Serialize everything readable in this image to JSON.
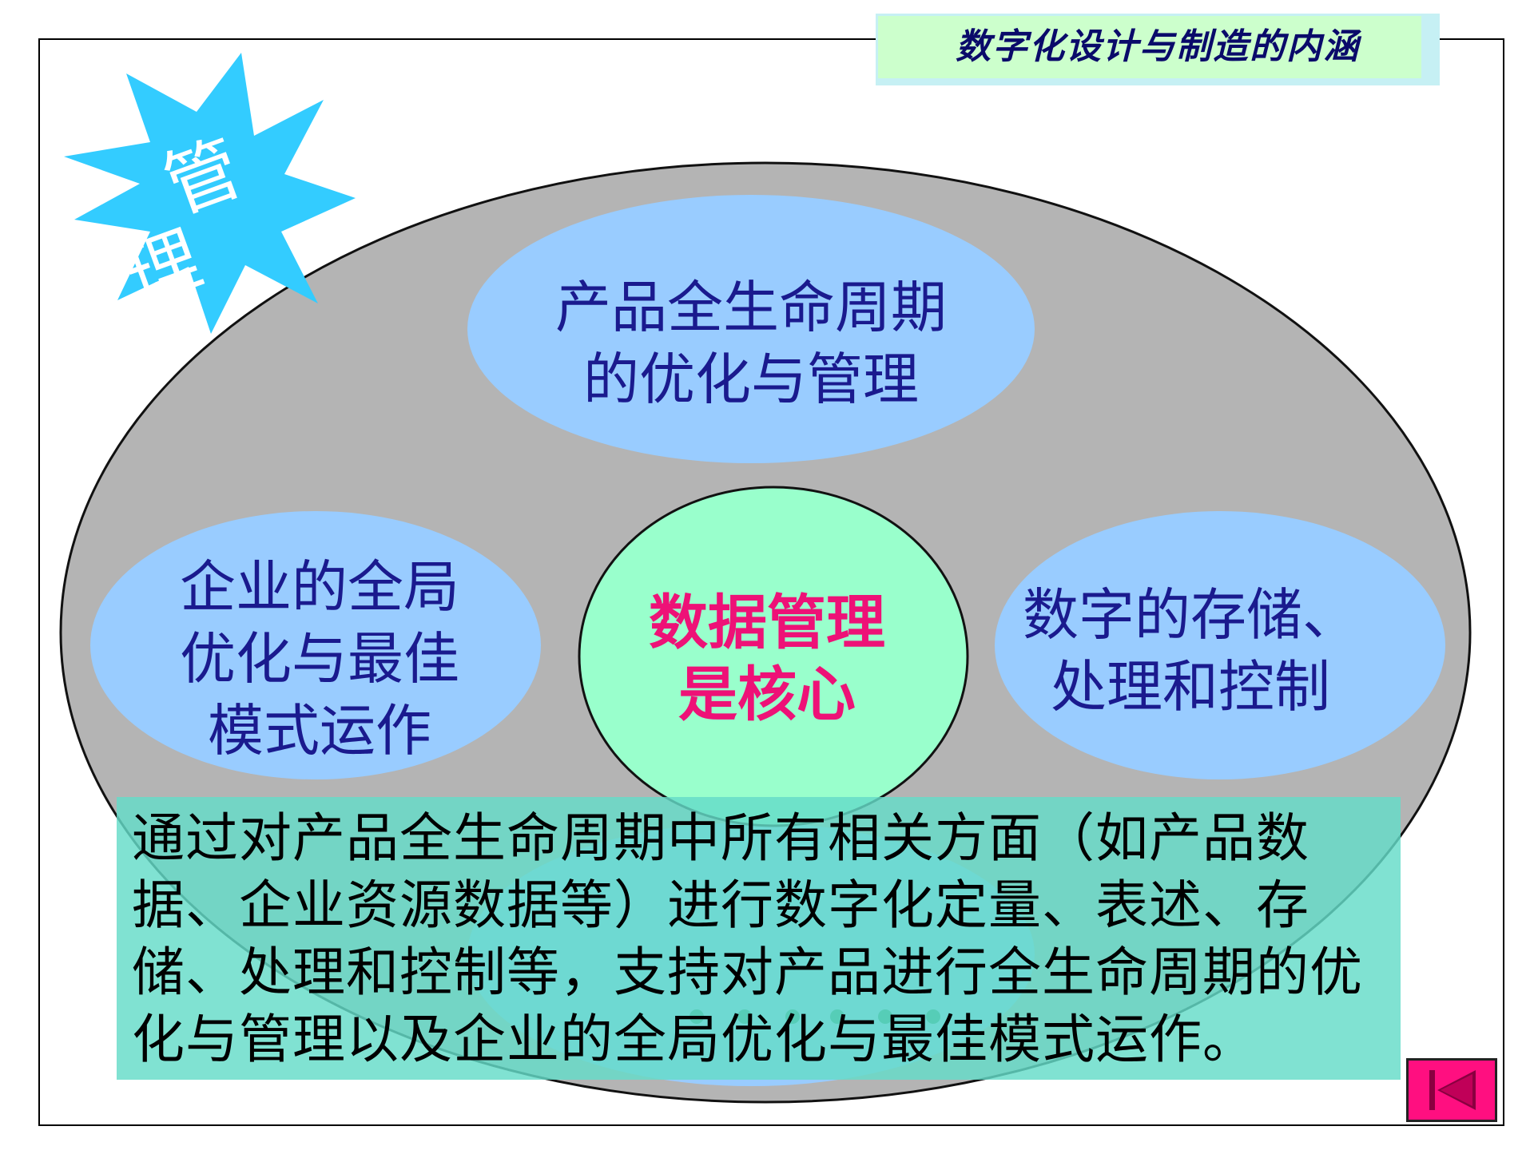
{
  "title": "数字化设计与制造的内涵",
  "star_label": [
    "管",
    "理"
  ],
  "ellipses": {
    "top": [
      "产品全生命周期",
      "的优化与管理"
    ],
    "left": [
      "企业的全局",
      "优化与最佳",
      "模式运作"
    ],
    "right": [
      "数字的存储、",
      "处理和控制"
    ],
    "center": [
      "数据管理",
      "是核心"
    ]
  },
  "description": "通过对产品全生命周期中所有相关方面（如产品数据、企业资源数据等）进行数字化定量、表述、存储、处理和控制等，支持对产品进行全生命周期的优化与管理以及企业的全局优化与最佳模式运作。",
  "colors": {
    "outer_ellipse": "#b4b4b4",
    "inner_ellipse": "#99ccff",
    "center_circle": "#99ffcc",
    "star": "#33ccff",
    "center_text": "#ee1177",
    "back_button": "#ff0f80"
  },
  "nav": {
    "back_icon": "back-to-start-icon"
  }
}
